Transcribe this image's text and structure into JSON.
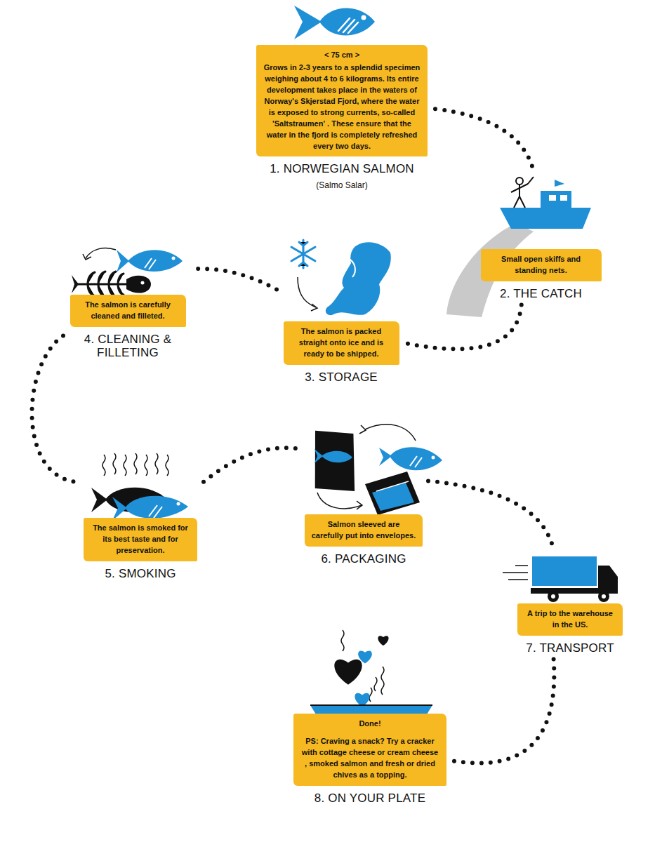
{
  "diagram": {
    "nodes": [
      {
        "text": [
          "< 75 cm >",
          "Grows in 2-3 years to a splendid specimen weighing about 4 to 6 kilograms. Its entire development takes place in the waters of Norway's Skjerstad Fjord, where the water is exposed to strong currents, so-called 'Saltstraumen' . These ensure that the water in the fjord is completely refreshed every two days.",
          "1. NORWEGIAN SALMON",
          "(Salmo Salar)"
        ]
      },
      {
        "text": [
          "Small open skiffs and standing nets.",
          "2. THE CATCH"
        ]
      },
      {
        "text": [
          "The salmon is packed straight onto ice and is ready to be shipped.",
          "3. STORAGE"
        ]
      },
      {
        "text": [
          "The salmon is carefully cleaned and filleted.",
          "4. CLEANING & FILLETING"
        ]
      },
      {
        "text": [
          "The salmon is smoked for its best taste and for preservation.",
          "5. SMOKING"
        ]
      },
      {
        "text": [
          "Salmon sleeved are carefully put into envelopes.",
          "6. PACKAGING"
        ]
      },
      {
        "text": [
          "A trip to the warehouse in the US.",
          "7. TRANSPORT"
        ]
      },
      {
        "text": [
          "Done!",
          "PS: Craving a snack? Try a cracker with cottage cheese or cream cheese , smoked salmon and fresh or dried chives as a topping.",
          "8. ON YOUR PLATE"
        ]
      }
    ],
    "edges": [
      {
        "from": 0,
        "to": 1,
        "arrow": "none"
      },
      {
        "from": 1,
        "to": 2,
        "arrow": "none"
      },
      {
        "from": 2,
        "to": 3,
        "arrow": "none"
      },
      {
        "from": 3,
        "to": 4,
        "arrow": "none"
      },
      {
        "from": 4,
        "to": 5,
        "arrow": "none"
      },
      {
        "from": 5,
        "to": 6,
        "arrow": "none"
      },
      {
        "from": 6,
        "to": 7,
        "arrow": "none"
      }
    ]
  }
}
